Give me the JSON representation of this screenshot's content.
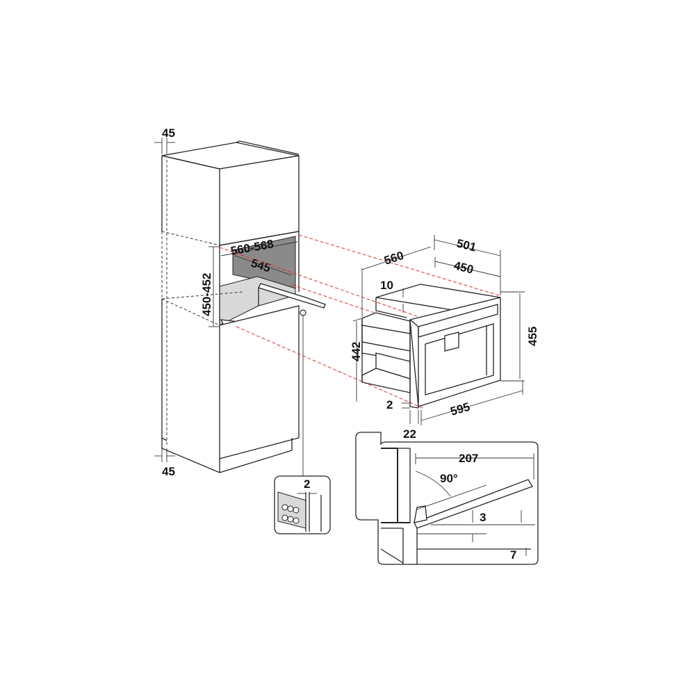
{
  "cabinet": {
    "top_gap": "45",
    "bottom_gap": "45",
    "niche_width": "560-568",
    "niche_depth": "545",
    "niche_height": "450-452"
  },
  "appliance": {
    "depth_total": "560",
    "depth_rear": "501",
    "depth_body": "450",
    "top_offset": "10",
    "body_height": "442",
    "front_height": "455",
    "front_width": "595",
    "bottom_gap": "2",
    "front_thickness": "22"
  },
  "detail_rail": {
    "gap": "2"
  },
  "detail_door": {
    "length": "207",
    "angle": "90°",
    "gap_top": "3",
    "gap_bottom": "7"
  }
}
